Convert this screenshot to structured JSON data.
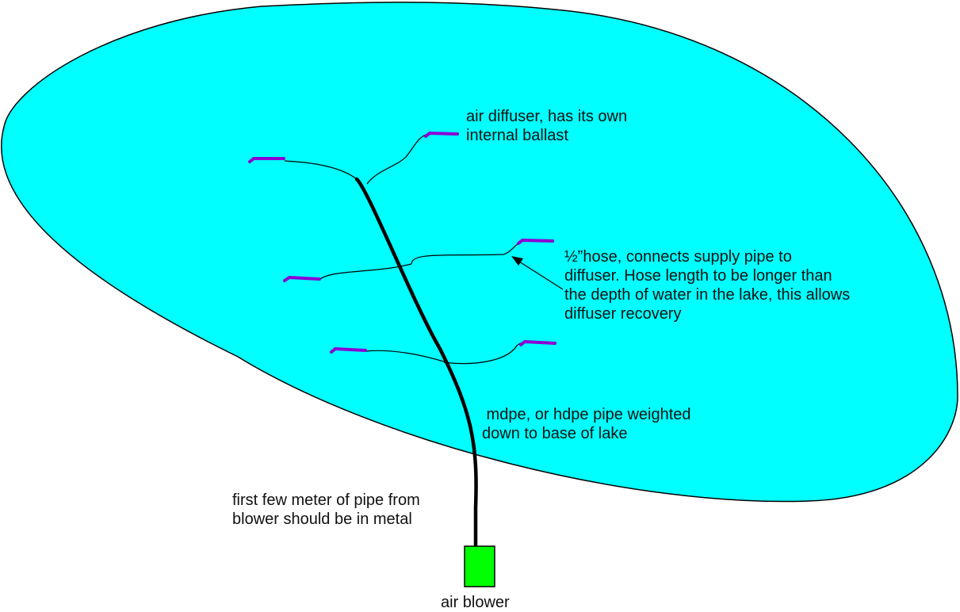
{
  "labels": {
    "diffuser": [
      "air diffuser, has its own",
      "internal ballast"
    ],
    "hose": [
      "½”hose, connects supply pipe to",
      "diffuser. Hose length to be longer than",
      "the depth of water in the lake, this allows",
      "diffuser recovery"
    ],
    "pipe": [
      " mdpe, or hdpe pipe weighted",
      "down to base of lake"
    ],
    "metal_pipe": [
      "first few meter of pipe from",
      "blower should be in metal"
    ],
    "blower": "air blower"
  },
  "colors": {
    "lake": "#00ffff",
    "outline": "#000000",
    "diffuser": "#8b00d4",
    "blower": "#00ff00"
  }
}
